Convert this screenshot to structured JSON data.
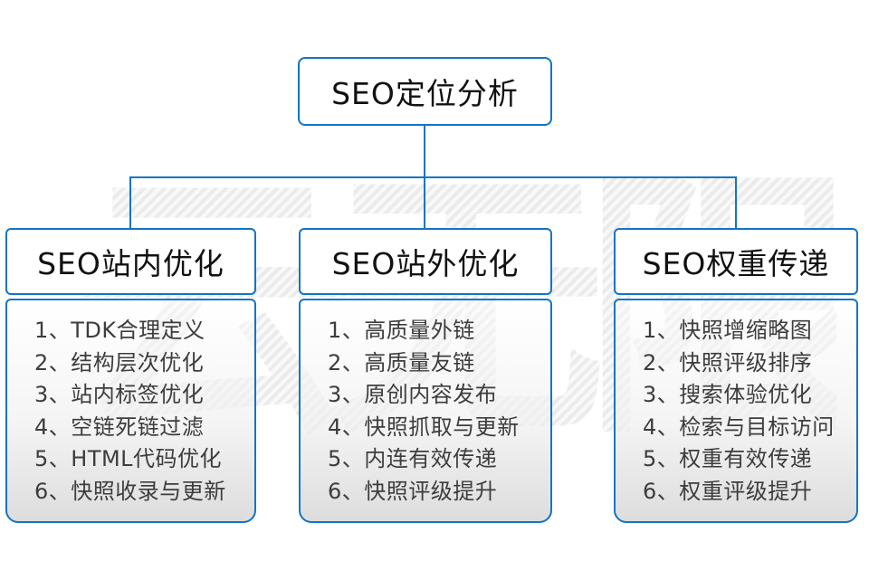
{
  "diagram": {
    "watermark": "云无限",
    "accent_color": "#1274c5",
    "root": {
      "title": "SEO定位分析"
    },
    "branches": [
      {
        "title": "SEO站内优化",
        "items": [
          "1、TDK合理定义",
          "2、结构层次优化",
          "3、站内标签优化",
          "4、空链死链过滤",
          "5、HTML代码优化",
          "6、快照收录与更新"
        ]
      },
      {
        "title": "SEO站外优化",
        "items": [
          "1、高质量外链",
          "2、高质量友链",
          "3、原创内容发布",
          "4、快照抓取与更新",
          "5、内连有效传递",
          "6、快照评级提升"
        ]
      },
      {
        "title": "SEO权重传递",
        "items": [
          "1、快照增缩略图",
          "2、快照评级排序",
          "3、搜索体验优化",
          "4、检索与目标访问",
          "5、权重有效传递",
          "6、权重评级提升"
        ]
      }
    ]
  }
}
